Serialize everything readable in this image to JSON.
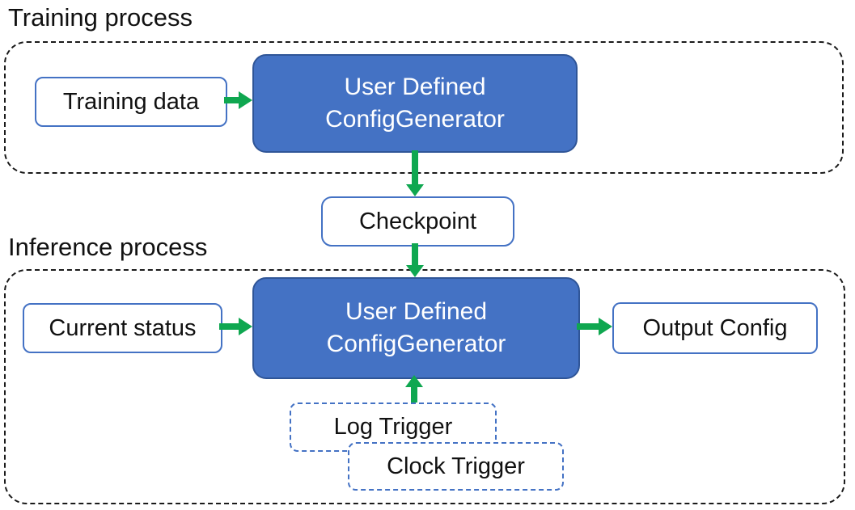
{
  "labels": {
    "training_process": "Training process",
    "inference_process": "Inference process"
  },
  "boxes": {
    "training_data": "Training data",
    "training_generator": {
      "line1": "User Defined",
      "line2": "ConfigGenerator"
    },
    "checkpoint": "Checkpoint",
    "current_status": "Current status",
    "inference_generator": {
      "line1": "User Defined",
      "line2": "ConfigGenerator"
    },
    "output_config": "Output Config",
    "log_trigger": "Log Trigger",
    "clock_trigger": "Clock Trigger"
  },
  "colors": {
    "generator_fill": "#4472C4",
    "generator_border": "#2F5597",
    "box_border": "#4472C4",
    "trigger_border": "#4472C4",
    "arrow_green": "#0FA750",
    "container_dash": "#1A1A1A",
    "text_dark": "#111111",
    "text_light": "#FFFFFF"
  }
}
